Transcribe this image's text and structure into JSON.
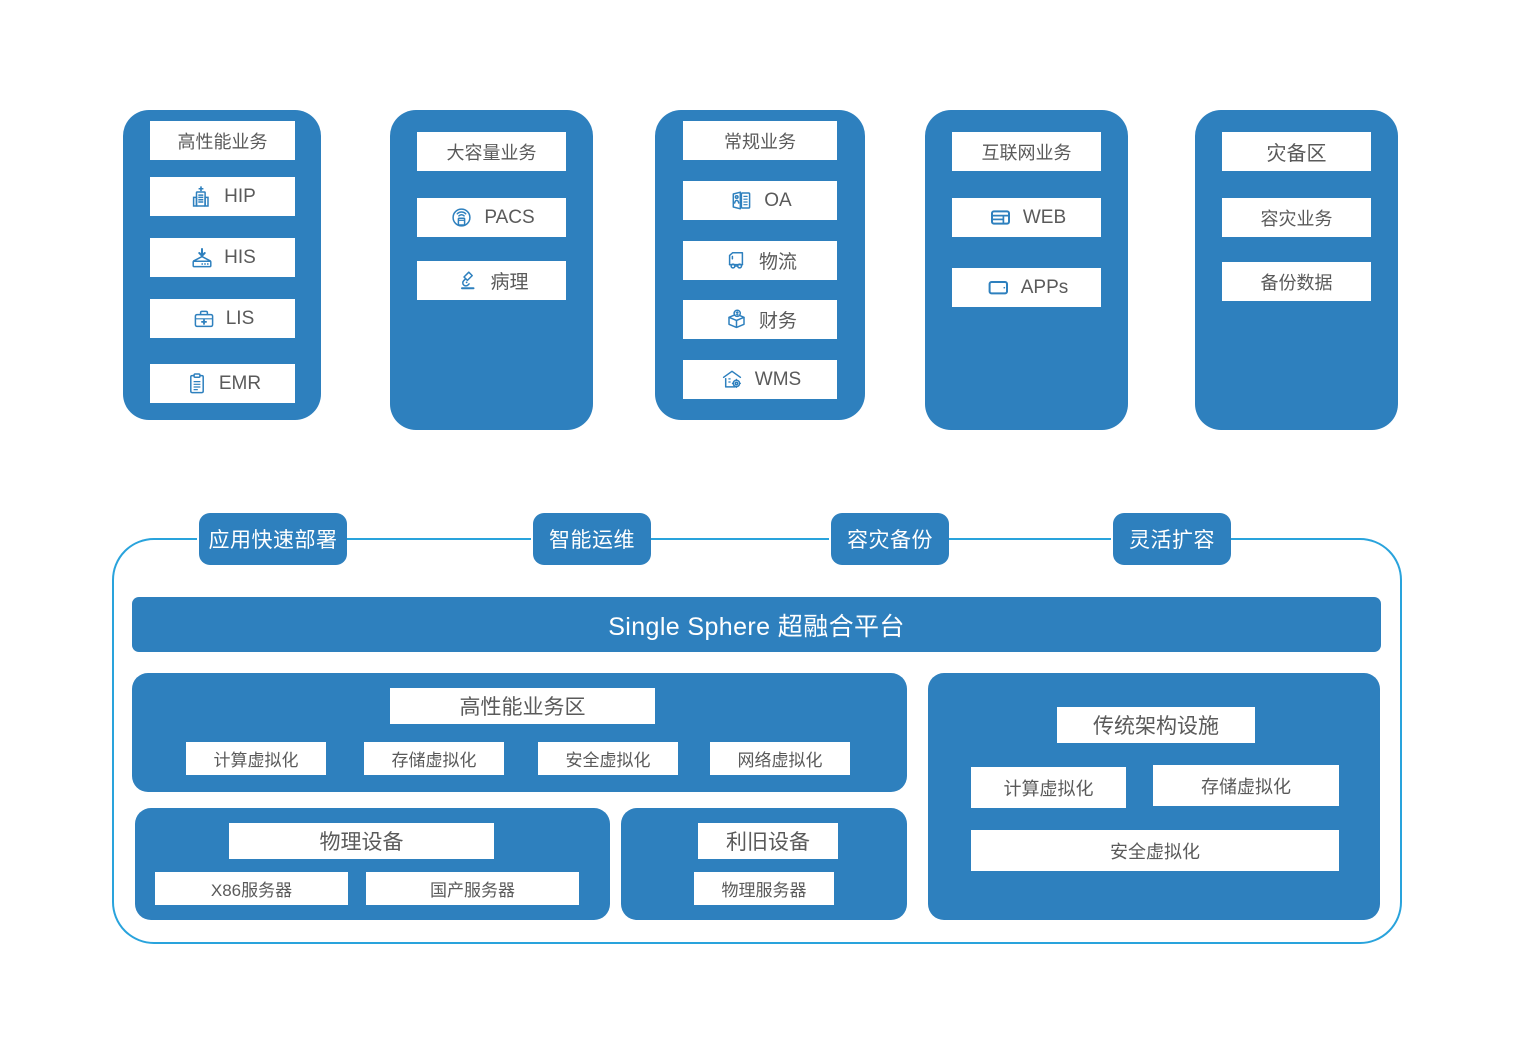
{
  "colors": {
    "primary_blue": "#2E80BE",
    "outline_blue": "#29A3DC",
    "card_white": "#FFFFFF",
    "text_gray": "#5A5A5A"
  },
  "top_columns": [
    {
      "id": "high-performance",
      "header": "高性能业务",
      "items": [
        {
          "label": "HIP",
          "icon": "hospital-building-icon"
        },
        {
          "label": "HIS",
          "icon": "inbox-download-icon"
        },
        {
          "label": "LIS",
          "icon": "medical-kit-icon"
        },
        {
          "label": "EMR",
          "icon": "clipboard-document-icon"
        }
      ]
    },
    {
      "id": "large-capacity",
      "header": "大容量业务",
      "items": [
        {
          "label": "PACS",
          "icon": "ct-scanner-icon"
        },
        {
          "label": "病理",
          "icon": "microscope-icon"
        }
      ]
    },
    {
      "id": "regular-business",
      "header": "常规业务",
      "items": [
        {
          "label": "OA",
          "icon": "id-document-icon"
        },
        {
          "label": "物流",
          "icon": "delivery-truck-icon"
        },
        {
          "label": "财务",
          "icon": "coin-box-icon"
        },
        {
          "label": "WMS",
          "icon": "warehouse-gear-icon"
        }
      ]
    },
    {
      "id": "internet-business",
      "header": "互联网业务",
      "items": [
        {
          "label": "WEB",
          "icon": "browser-layout-icon"
        },
        {
          "label": "APPs",
          "icon": "tablet-device-icon"
        }
      ]
    },
    {
      "id": "disaster-recovery-zone",
      "header": "灾备区",
      "items": [
        {
          "label": "容灾业务",
          "icon": "none"
        },
        {
          "label": "备份数据",
          "icon": "none"
        }
      ]
    }
  ],
  "platform": {
    "feature_pills": [
      "应用快速部署",
      "智能运维",
      "容灾备份",
      "灵活扩容"
    ],
    "title_bar": "Single Sphere  超融合平台",
    "panels": {
      "high_performance_zone": {
        "title": "高性能业务区",
        "items": [
          "计算虚拟化",
          "存储虚拟化",
          "安全虚拟化",
          "网络虚拟化"
        ]
      },
      "physical_devices": {
        "title": "物理设备",
        "items": [
          "X86服务器",
          "国产服务器"
        ]
      },
      "reused_devices": {
        "title": "利旧设备",
        "items": [
          "物理服务器"
        ]
      },
      "traditional_infrastructure": {
        "title": "传统架构设施",
        "items": [
          "计算虚拟化",
          "存储虚拟化",
          "安全虚拟化"
        ]
      }
    }
  }
}
